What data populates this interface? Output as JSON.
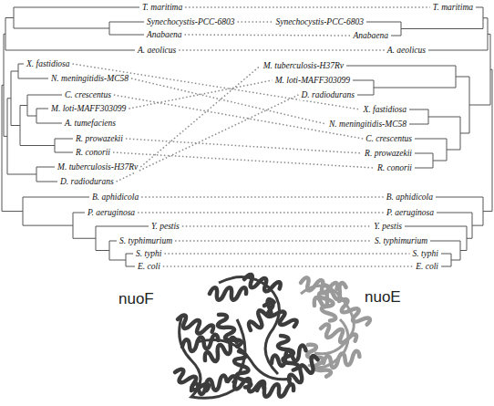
{
  "diagram": {
    "labels": [
      "T. maritima",
      "Synechocystis-PCC-6803",
      "Anabaena",
      "A. aeolicus",
      "X. fastidiosa",
      "N. meningitidis-MC58",
      "C. crescentus",
      "M. loti-MAFF303099",
      "A. tumefaciens",
      "R. prowazekii",
      "R. conorii",
      "M. tuberculosis-H37Rv",
      "D. radiodurans",
      "B. aphidicola",
      "P. aeruginosa",
      "Y. pestis",
      "S. typhimurium",
      "S. typhi",
      "E. coli",
      "T. maritima",
      "Synechocystis-PCC-6803",
      "Anabaena",
      "A. aeolicus",
      "M. tuberculosis-H37Rv",
      "M. loti-MAFF303099",
      "D. radiodurans",
      "X. fastidiosa",
      "N. meningitidis-MC58",
      "C. crescentus",
      "R. prowazekii",
      "R. conorii",
      "B. aphidicola",
      "P. aeruginosa",
      "Y. pestis",
      "S. typhimurium",
      "S. typhi",
      "E. coli",
      "nuoF",
      "nuoE"
    ]
  }
}
